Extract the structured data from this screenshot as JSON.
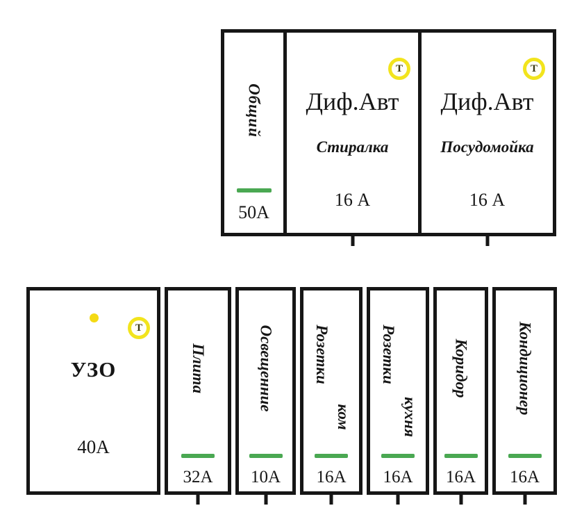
{
  "colors": {
    "border": "#161616",
    "lever_green": "#4aa852",
    "badge_yellow": "#f2e41c",
    "text": "#161616"
  },
  "top_panel": {
    "main": {
      "label": "Общий",
      "rating": "50А"
    },
    "breakers": [
      {
        "title": "Диф.Авт",
        "name": "Стиралка",
        "rating": "16 А",
        "badge": "Т"
      },
      {
        "title": "Диф.Авт",
        "name": "Посудомойка",
        "rating": "16 А",
        "badge": "Т"
      }
    ]
  },
  "bottom_panel": {
    "uzo": {
      "title": "УЗО",
      "rating": "40А",
      "badge": "Т"
    },
    "breakers": [
      {
        "label": "Плита",
        "rating": "32А"
      },
      {
        "label": "Освещенние",
        "rating": "10А"
      },
      {
        "label": "Розетки",
        "label2": "ком",
        "rating": "16А"
      },
      {
        "label": "Розетки",
        "label2": "кухня",
        "rating": "16А"
      },
      {
        "label": "Коридор",
        "rating": "16А"
      },
      {
        "label": "Кондиционер",
        "rating": "16А"
      }
    ]
  }
}
